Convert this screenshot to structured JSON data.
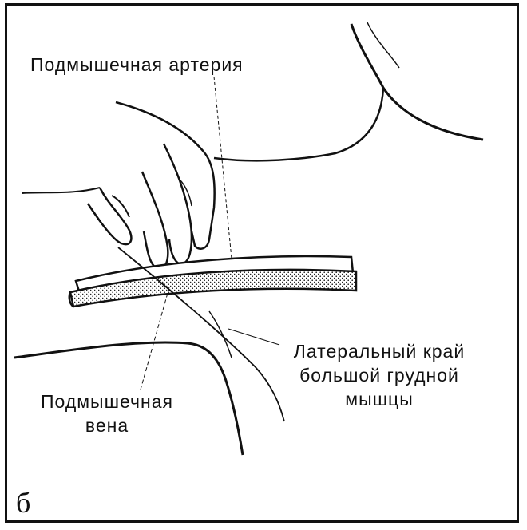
{
  "figure": {
    "labels": {
      "axillary_artery": "Подмышечная артерия",
      "lateral_edge_line1": "Латеральный край",
      "lateral_edge_line2": "большой  грудной",
      "lateral_edge_line3": "мышцы",
      "axillary_vein_line1": "Подмышечная",
      "axillary_vein_line2": "вена"
    },
    "panel_letter": "б"
  },
  "colors": {
    "ink": "#111111",
    "paper": "#ffffff"
  }
}
